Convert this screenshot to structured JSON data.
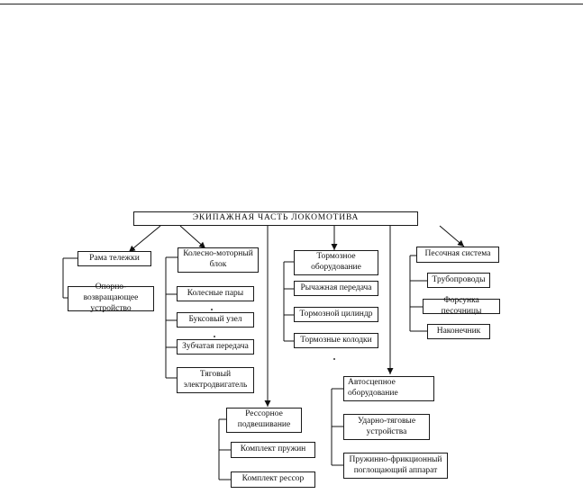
{
  "diagram": {
    "root": "ЭКИПАЖНАЯ ЧАСТЬ ЛОКОМОТИВА",
    "groups": [
      {
        "title": "Рама тележки",
        "children": [
          "Опорно-возвращающее устройство"
        ]
      },
      {
        "title": "Колесно-моторный блок",
        "children": [
          "Колесные пары",
          "Буксовый узел",
          "Зубчатая передача",
          "Тяговый электродвигатель"
        ]
      },
      {
        "title": "Рессорное подвешивание",
        "children": [
          "Комплект пружин",
          "Комплект рессор"
        ]
      },
      {
        "title": "Тормозное оборудование",
        "children": [
          "Рычажная передача",
          "Тормозной цилиндр",
          "Тормозные колодки"
        ]
      },
      {
        "title": "Автосцепное оборудование",
        "children": [
          "Ударно-тяговые устройства",
          "Пружинно-фрикционный поглощающий аппарат"
        ]
      },
      {
        "title": "Песочная система",
        "children": [
          "Трубопроводы",
          "Форсунка песочницы",
          "Наконечник"
        ]
      }
    ]
  }
}
